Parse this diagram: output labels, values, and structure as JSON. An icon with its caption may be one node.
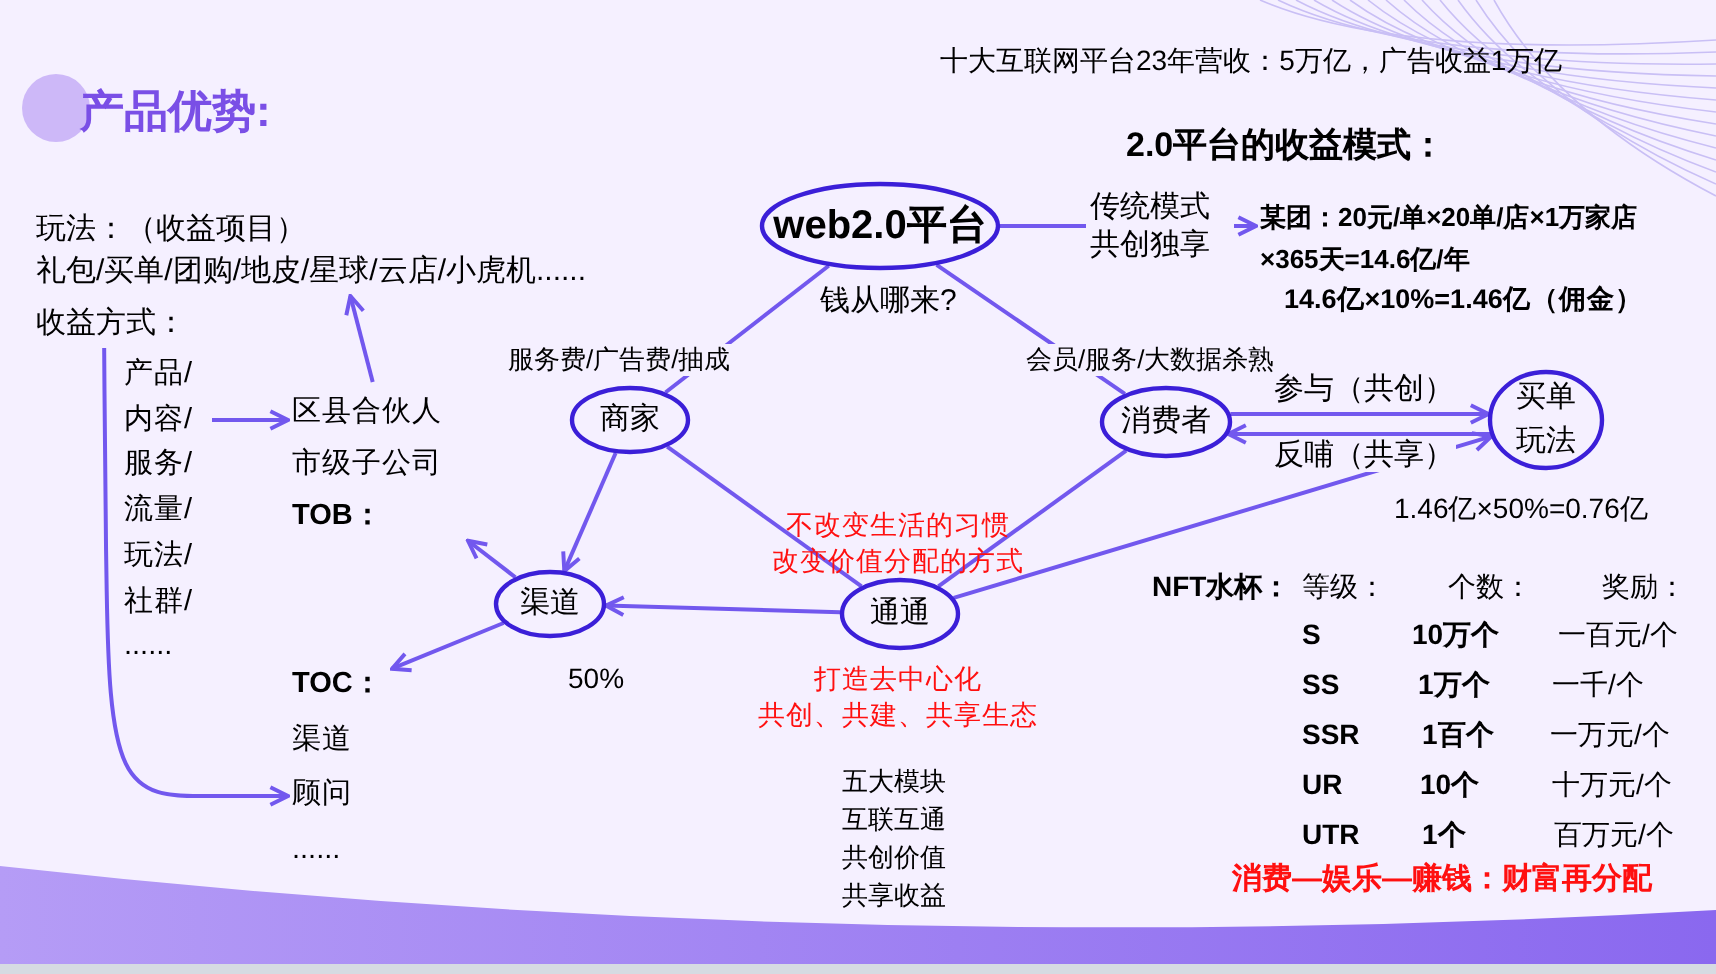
{
  "diagram": {
    "title": "产品优势:",
    "nodes": [
      {
        "text": [
          "web2.0平台"
        ],
        "beside": [
          "钱从哪来?"
        ]
      },
      {
        "text": [
          "商家"
        ]
      },
      {
        "text": [
          "消费者"
        ]
      },
      {
        "text": [
          "买单玩法"
        ]
      },
      {
        "text": [
          "渠道"
        ]
      },
      {
        "text": [
          "通通"
        ]
      },
      {
        "text": [
          "玩法：（收益项目）",
          "礼包/买单/团购/地皮/星球/云店/小虎机......"
        ]
      },
      {
        "text": [
          "收益方式："
        ]
      },
      {
        "text": [
          "产品/",
          "内容/",
          "服务/",
          "流量/",
          "玩法/",
          "社群/",
          "......"
        ]
      },
      {
        "text": [
          "区县合伙人",
          "市级子公司",
          "TOB："
        ]
      },
      {
        "text": [
          "TOC：",
          "渠道",
          "顾问",
          "......"
        ]
      },
      {
        "text": [
          "传统模式",
          "共创独享"
        ]
      },
      {
        "text": [
          "某团：20元/单×20单/店×1万家店",
          "×365天=14.6亿/年"
        ]
      }
    ],
    "edges": [
      {
        "from": 0,
        "to": 11,
        "arrow": "none"
      },
      {
        "from": 11,
        "to": 12,
        "arrow": "to"
      },
      {
        "from": 0,
        "to": 1,
        "arrow": "none",
        "label": "服务费/广告费/抽成"
      },
      {
        "from": 0,
        "to": 2,
        "arrow": "none",
        "label": "会员/服务/大数据杀熟"
      },
      {
        "from": 1,
        "to": 4,
        "arrow": "to"
      },
      {
        "from": 1,
        "to": 5,
        "arrow": "none"
      },
      {
        "from": 2,
        "to": 5,
        "arrow": "none"
      },
      {
        "from": 5,
        "to": 4,
        "arrow": "to"
      },
      {
        "from": 5,
        "to": 3,
        "arrow": "to"
      },
      {
        "from": 2,
        "to": 3,
        "arrow": "to",
        "label": "参与（共创）"
      },
      {
        "from": 3,
        "to": 2,
        "arrow": "to",
        "label": "反哺（共享）"
      },
      {
        "from": 4,
        "to": 9,
        "arrow": "to"
      },
      {
        "from": 4,
        "to": 10,
        "arrow": "to"
      },
      {
        "from": 9,
        "to": 6,
        "arrow": "to"
      },
      {
        "from": 8,
        "to": 9,
        "arrow": "to"
      },
      {
        "from": 7,
        "to": 10,
        "arrow": "to"
      }
    ],
    "labels": [
      "十大互联网平台23年营收：5万亿，广告收益1万亿",
      "2.0平台的收益模式：",
      "14.6亿×10%=1.46亿（佣金）",
      "1.46亿×50%=0.76亿",
      "不改变生活的习惯",
      "改变价值分配的方式",
      "打造去中心化",
      "共创、共建、共享生态",
      "50%",
      "五大模块",
      "互联互通",
      "共创价值",
      "共享收益",
      "NFT水杯：",
      "等级：",
      "个数：",
      "奖励：",
      "S",
      "10万个",
      "一百元/个",
      "SS",
      "1万个",
      "一千/个",
      "SSR",
      "1百个",
      "一万元/个",
      "UR",
      "10个",
      "十万元/个",
      "UTR",
      "1个",
      "百万元/个",
      "消费—娱乐—赚钱：财富再分配"
    ]
  }
}
